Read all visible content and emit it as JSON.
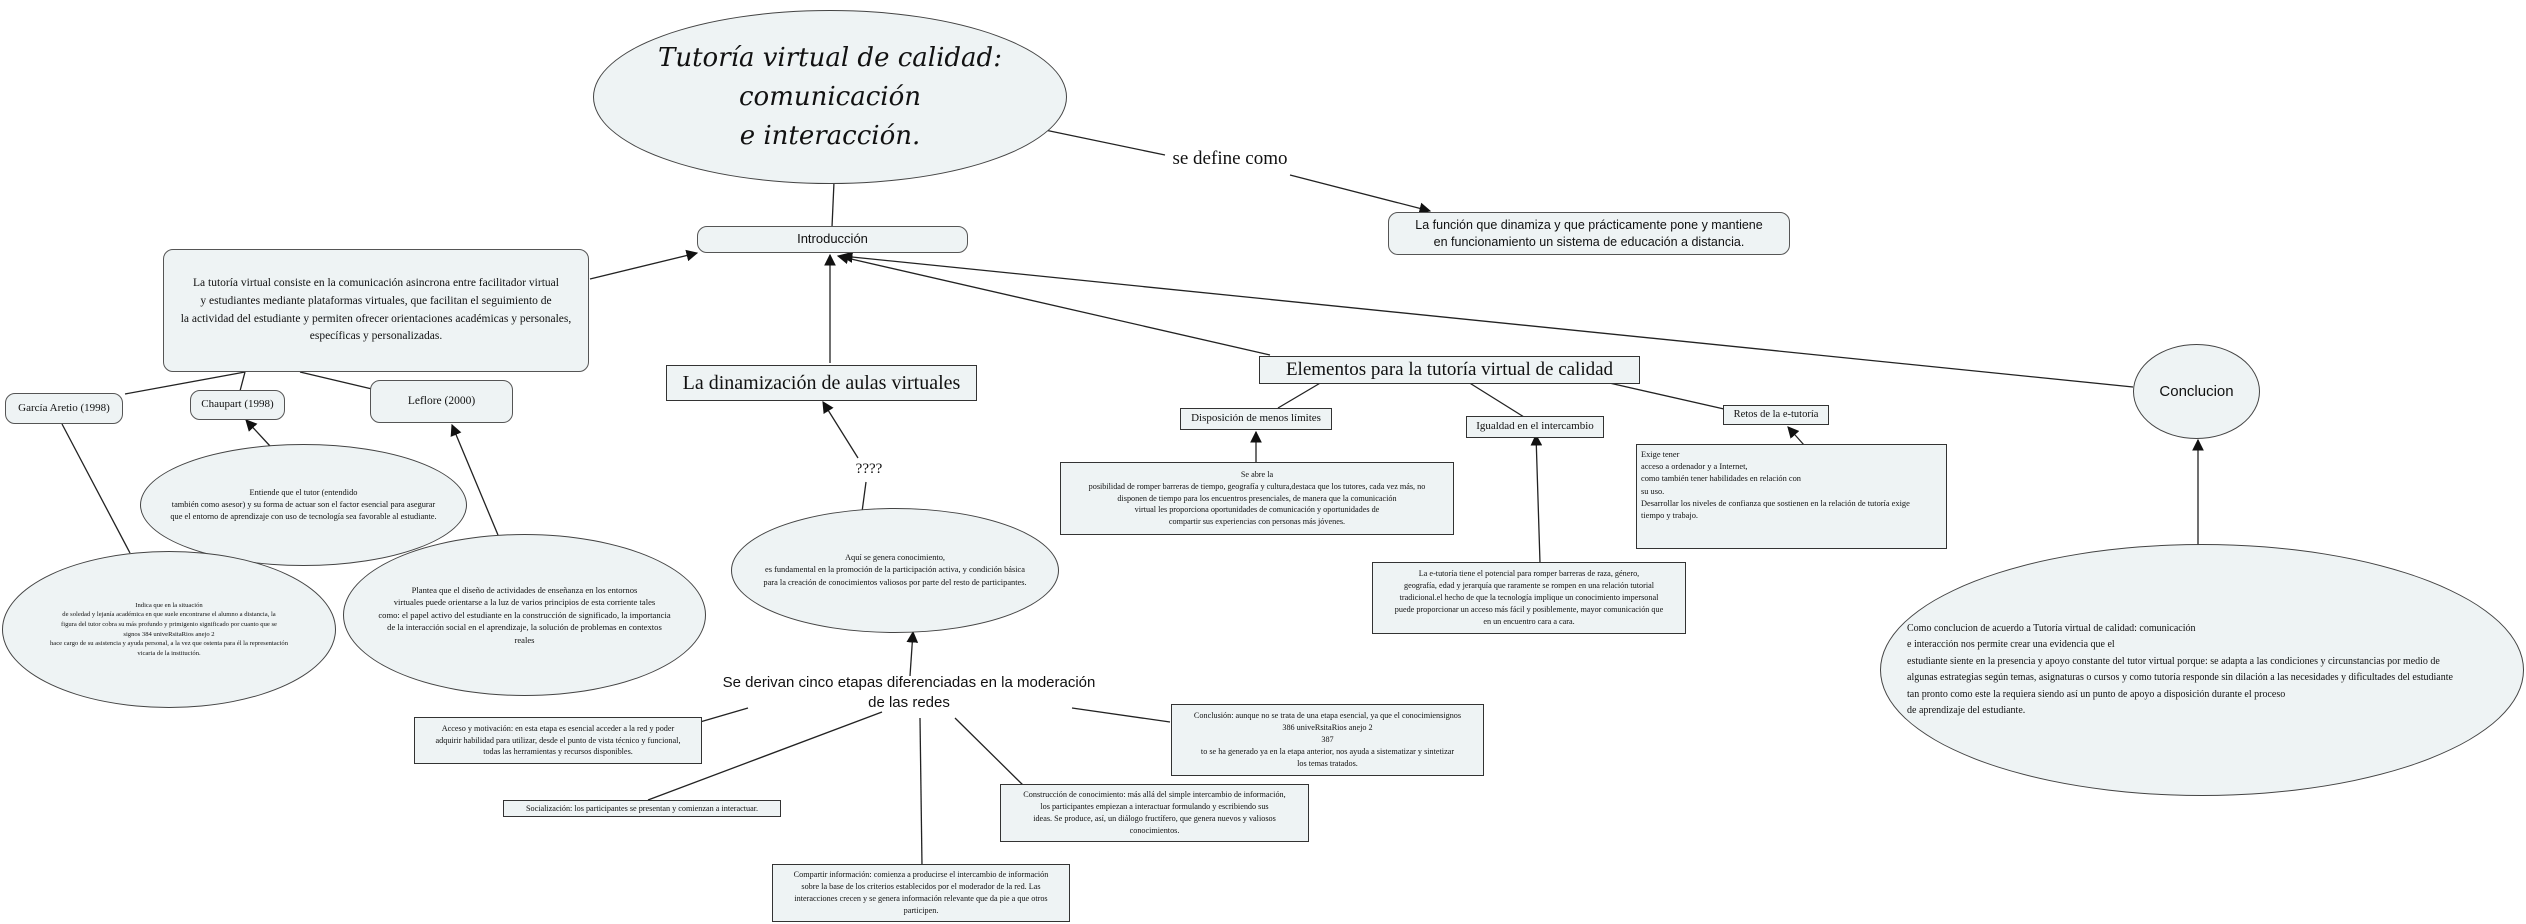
{
  "title": "Tutoría virtual de calidad: comunicación\ne interacción.",
  "define_label": "se define como",
  "definition": "La función que dinamiza y que prácticamente pone y mantiene\nen funcionamiento un sistema de educación a distancia.",
  "intro": "Introducción",
  "intro_text": "La tutoría virtual consiste en la comunicación asincrona entre facilitador virtual\ny estudiantes mediante plataformas virtuales, que facilitan el seguimiento de\nla actividad del estudiante y permiten ofrecer orientaciones académicas y personales,\nespecíficas y personalizadas.",
  "authors": {
    "garcia": "García Aretio (1998)",
    "chaupart": "Chaupart (1998)",
    "leflore": "Leflore (2000)"
  },
  "chaupart_text": "Entiende que el tutor (entendido\ntambién como asesor) y su forma de actuar son el factor esencial para asegurar\nque el entorno de aprendizaje con uso de tecnología sea favorable al estudiante.",
  "garcia_text": "Indica que en la situación\nde soledad y lejanía académica en que suele encontrarse el alumno a distancia, la\nfigura del tutor cobra su más profundo y primigenio significado por cuanto que se\nsignos 384 univeRsitaRios anejo 2\nhace cargo de su asistencia y ayuda personal, a la vez que ostenta para él la representación\nvicaria de la institución.",
  "leflore_text": "Plantea que el diseño de actividades de enseñanza en los entornos\nvirtuales puede orientarse a la luz de varios principios de esta corriente tales\ncomo: el papel activo del estudiante en la construcción de significado, la importancia\nde la interacción social en el aprendizaje, la solución de problemas en contextos\nreales",
  "dinamizacion": "La dinamización de aulas virtuales",
  "question": "????",
  "aqui_text": "Aquí se genera conocimiento,\nes fundamental en la promoción de la participación activa, y condición básica\npara la creación de conocimientos valiosos por parte del resto de participantes.",
  "etapas": "Se derivan cinco etapas diferenciadas en la moderación\nde las redes",
  "acceso": "Acceso y motivación: en esta etapa es esencial acceder a la red y poder\nadquirir habilidad para utilizar, desde el punto de vista técnico y funcional,\ntodas las herramientas y recursos disponibles.",
  "socializacion": "Socialización: los participantes se presentan y comienzan a interactuar.",
  "compartir": "Compartir información: comienza a producirse el intercambio de información\nsobre la base de los criterios establecidos por el moderador de la red. Las\ninteracciones crecen y se genera información relevante que da pie a que otros\nparticipen.",
  "construccion": "Construcción de conocimiento: más allá del simple intercambio de información,\nlos participantes empiezan a interactuar formulando y escribiendo sus\nideas. Se produce, así, un diálogo fructífero, que genera nuevos y valiosos\nconocimientos.",
  "conclusion_etapa": "Conclusión: aunque no se trata de una etapa esencial, ya que el conocimiensignos\n386 univeRsitaRios anejo 2\n387\nto se ha generado ya en la etapa anterior, nos ayuda a sistematizar y sintetizar\nlos temas tratados.",
  "elementos": "Elementos para la tutoría virtual de calidad",
  "disposicion": "Disposición de menos límites",
  "disposicion_text": "Se abre la\nposibilidad de romper barreras de tiempo, geografía y cultura,destaca que los tutores, cada vez más, no\ndisponen de tiempo para los encuentros presenciales, de manera que la comunicación\nvirtual les proporciona oportunidades de comunicación y oportunidades de\ncompartir sus experiencias con personas más jóvenes.",
  "igualdad": "Igualdad en el intercambio",
  "igualdad_text": "La e-tutoría tiene el potencial para romper barreras de raza, género,\ngeografía, edad y jerarquía que raramente se rompen en una relación tutorial\ntradicional.el hecho de que la tecnología implique un conocimiento impersonal\npuede proporcionar un acceso más fácil y posiblemente, mayor comunicación que\nen un encuentro cara a cara.",
  "retos": "Retos de la e-tutoría",
  "retos_text": "Exige tener\nacceso a ordenador y a Internet,\n como también tener habilidades en relación con\nsu uso.\nDesarrollar los niveles de confianza que sostienen en la relación de tutoría exige\ntiempo y trabajo.",
  "conclusion": "Conclucion",
  "conclusion_text": "Como conclucion de acuerdo a Tutoría virtual de calidad: comunicación\ne interacción nos permite crear una evidencia que el\nestudiante siente en la  presencia y apoyo constante del tutor virtual porque: se adapta a las condiciones y circunstancias por medio de\nalgunas estrategias según temas, asignaturas o cursos y como tutoría responde sin dilación a las necesidades y dificultades del estudiante\ntan pronto como este la requiera siendo así un punto de apoyo a disposición durante el proceso\nde aprendizaje del estudiante."
}
